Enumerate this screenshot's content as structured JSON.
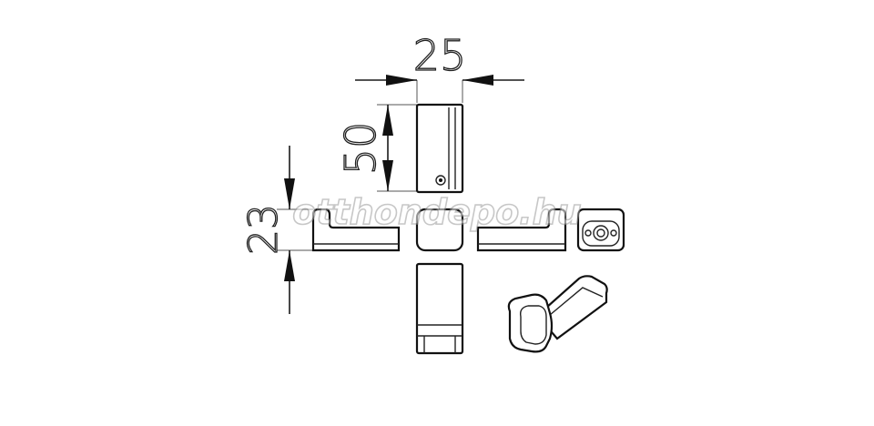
{
  "dimensions": {
    "width": "25",
    "height": "50",
    "depth": "23"
  },
  "watermark": "otthondepo.hu",
  "colors": {
    "line": "#111111",
    "watermark_stroke": "#9a9a9a",
    "background": "#ffffff"
  }
}
